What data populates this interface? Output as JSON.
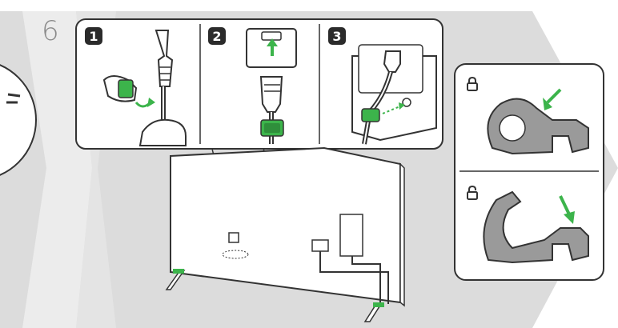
{
  "step": {
    "number": "6"
  },
  "substeps": [
    {
      "badge": "1"
    },
    {
      "badge": "2"
    },
    {
      "badge": "3"
    }
  ],
  "clip_states": [
    {
      "icon": "lock-closed-icon"
    },
    {
      "icon": "lock-open-icon"
    }
  ],
  "colors": {
    "background_band": "#dcdcdc",
    "arrow_green": "#3cb44b",
    "line": "#333333",
    "clip_gray": "#9a9a9a"
  }
}
